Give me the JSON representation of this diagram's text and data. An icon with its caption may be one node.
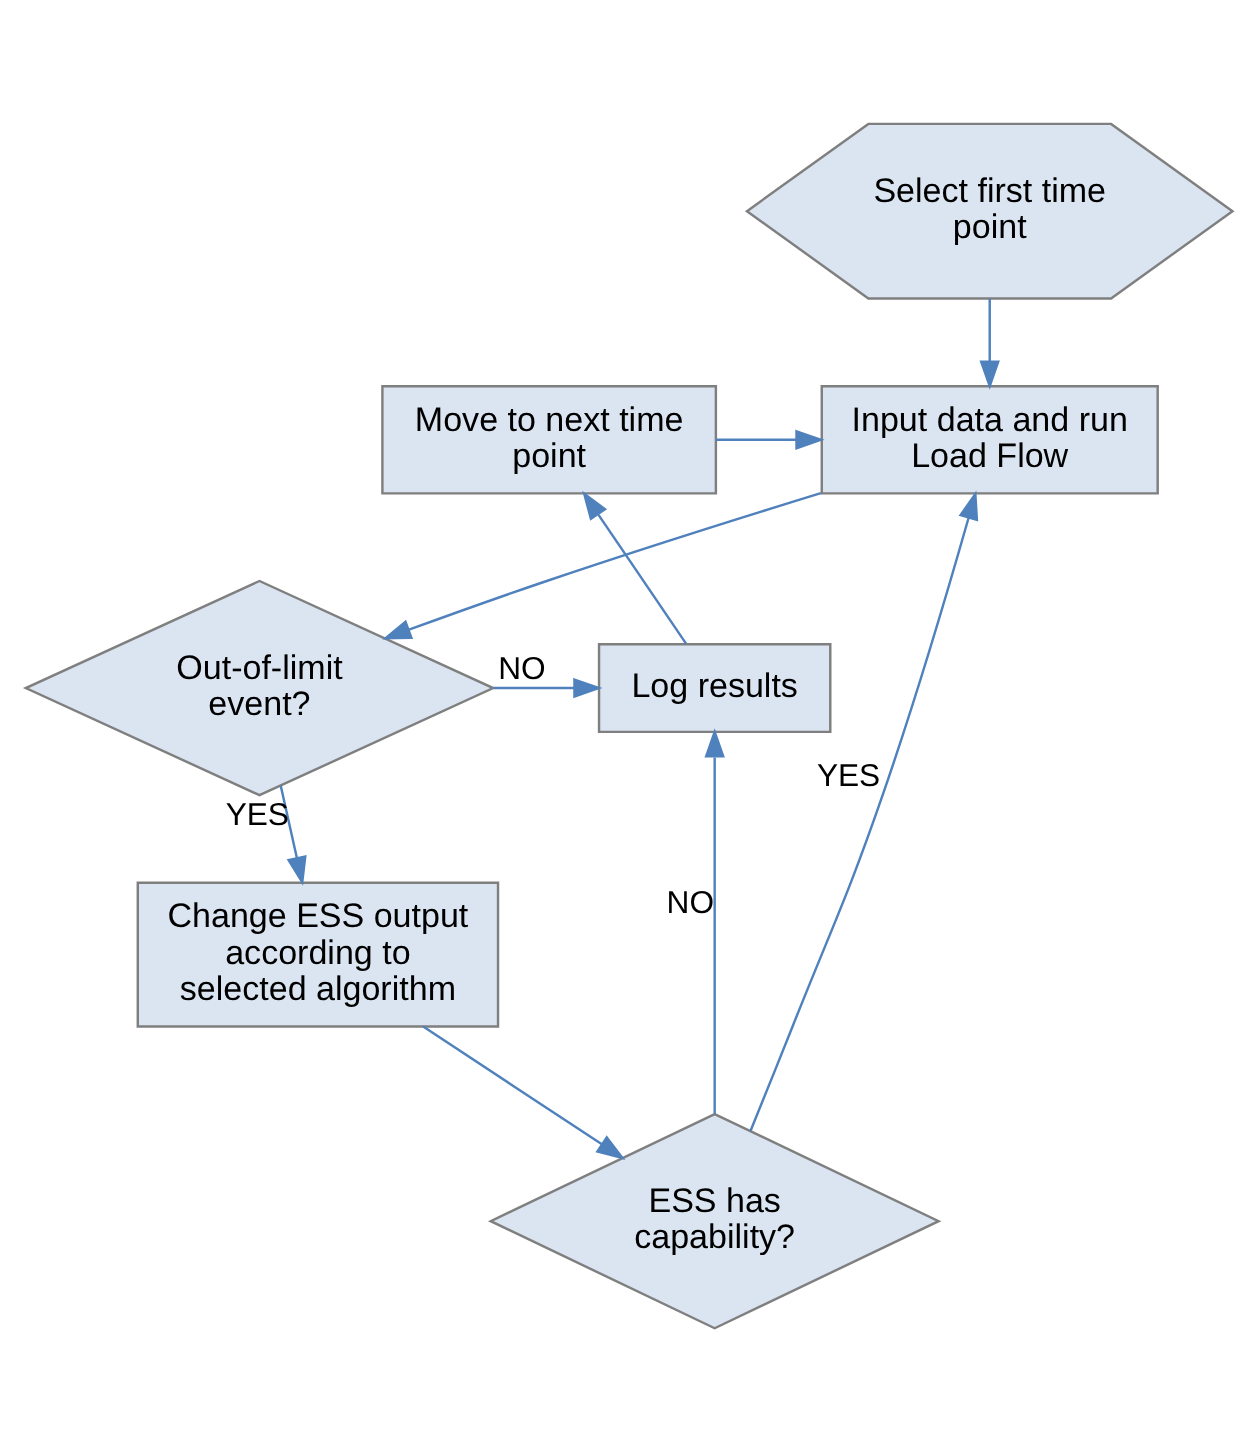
{
  "diagram": {
    "nodes": [
      {
        "text": [
          "Select first time point"
        ]
      },
      {
        "text": [
          "Input data and run Load Flow"
        ]
      },
      {
        "text": [
          "Out-of-limit event?"
        ]
      },
      {
        "text": [
          "Change ESS output according to selected algorithm"
        ]
      },
      {
        "text": [
          "ESS has capability?"
        ]
      },
      {
        "text": [
          "Log results"
        ]
      },
      {
        "text": [
          "Move to next time point"
        ]
      }
    ],
    "edges": [
      {
        "from": 0,
        "to": 1,
        "arrow": "to"
      },
      {
        "from": 1,
        "to": 2,
        "arrow": "to"
      },
      {
        "from": 2,
        "to": 3,
        "arrow": "to",
        "label": "YES"
      },
      {
        "from": 2,
        "to": 5,
        "arrow": "to",
        "label": "NO"
      },
      {
        "from": 3,
        "to": 4,
        "arrow": "to"
      },
      {
        "from": 4,
        "to": 5,
        "arrow": "to",
        "label": "NO"
      },
      {
        "from": 4,
        "to": 1,
        "arrow": "to",
        "label": "YES"
      },
      {
        "from": 5,
        "to": 6,
        "arrow": "to"
      },
      {
        "from": 6,
        "to": 1,
        "arrow": "to"
      }
    ]
  }
}
